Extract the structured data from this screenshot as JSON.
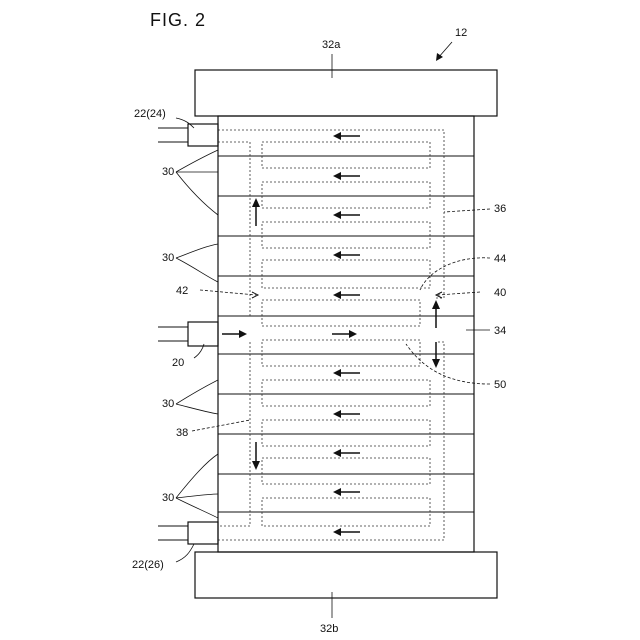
{
  "figure": {
    "title": "FIG. 2"
  },
  "labels": {
    "stack": "12",
    "end_plate_top": "32a",
    "end_plate_bottom": "32b",
    "outlet_top": "22(24)",
    "outlet_bottom": "22(26)",
    "inlet": "20",
    "cell": "30",
    "cell_b": "30",
    "cell_c": "30",
    "cell_d": "30",
    "seal": "36",
    "channel_44": "44",
    "channel_40": "40",
    "channel_42": "42",
    "casing": "34",
    "flow_50": "50",
    "channel_38": "38"
  }
}
